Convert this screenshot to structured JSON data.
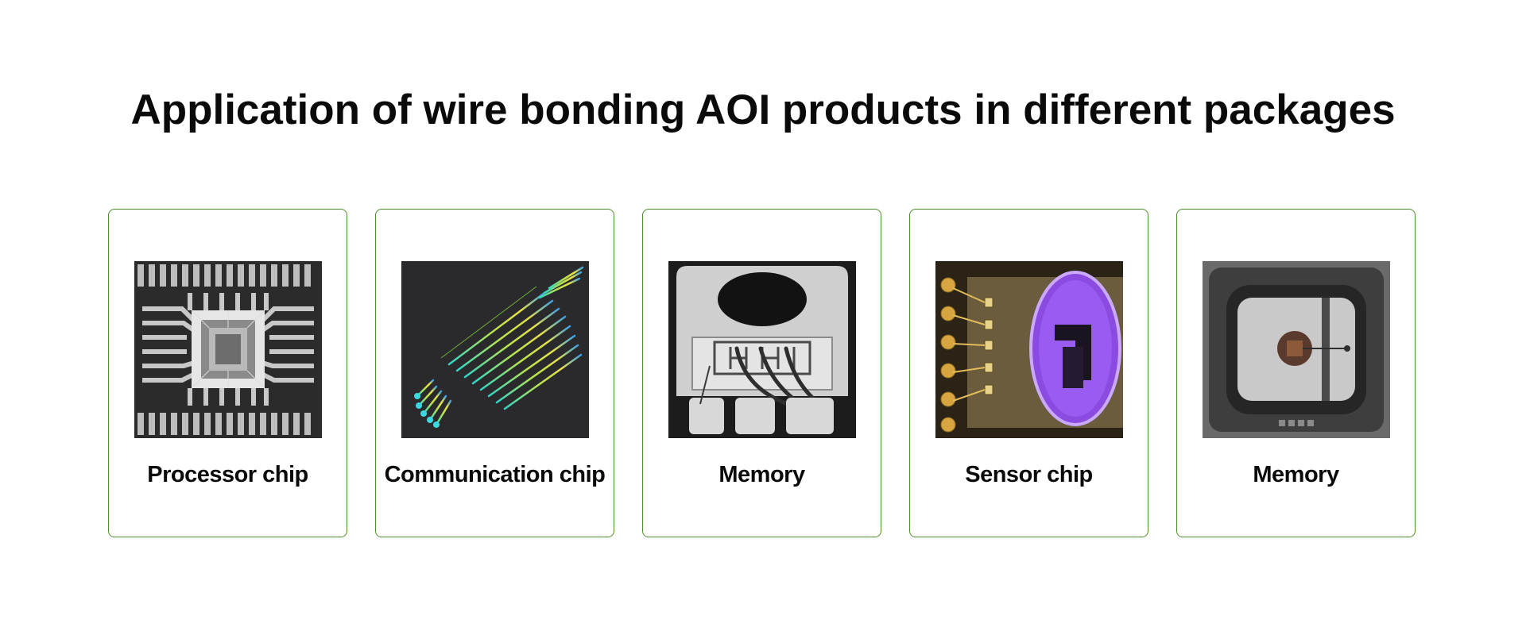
{
  "page": {
    "title": "Application of wire bonding AOI products in different packages"
  },
  "cards": [
    {
      "label": "Processor chip",
      "image_icon": "processor-chip-image"
    },
    {
      "label": "Communication chip",
      "image_icon": "communication-chip-image"
    },
    {
      "label": "Memory",
      "image_icon": "memory-chip-image"
    },
    {
      "label": "Sensor chip",
      "image_icon": "sensor-chip-image"
    },
    {
      "label": "Memory",
      "image_icon": "memory-module-image"
    }
  ],
  "colors": {
    "card_border": "#4e8f2e",
    "text": "#0a0a0a",
    "background": "#ffffff"
  }
}
